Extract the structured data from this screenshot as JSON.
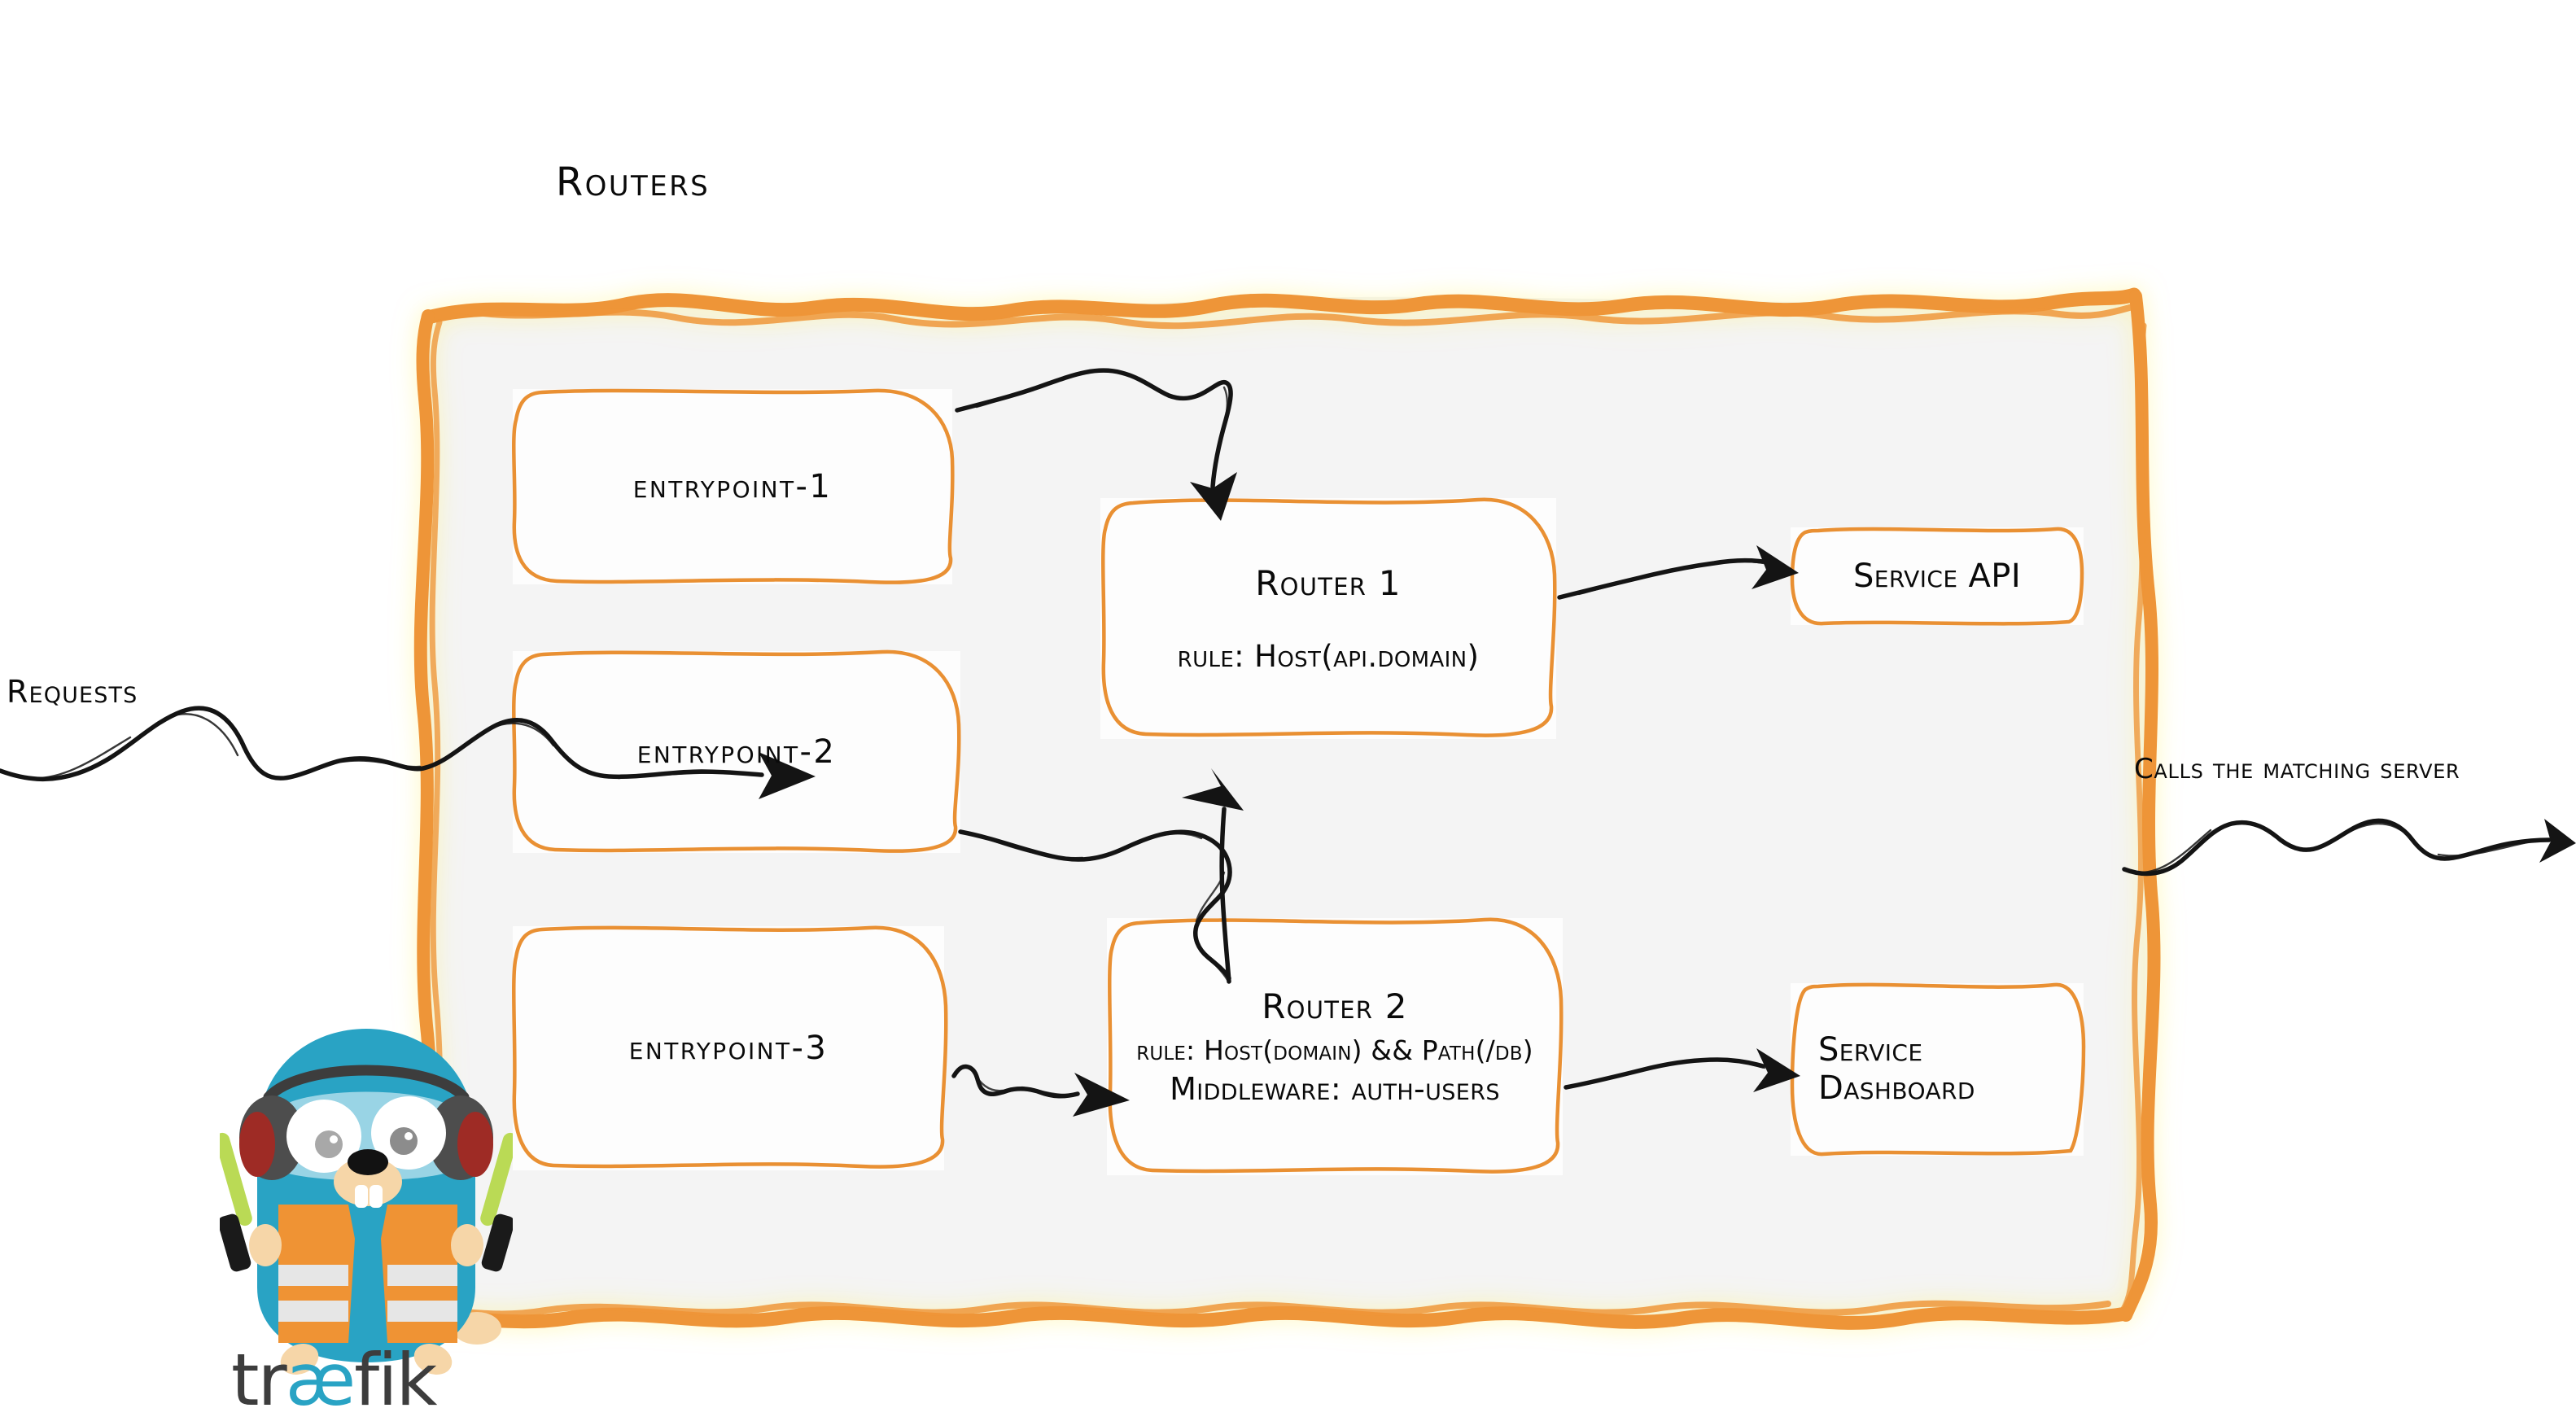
{
  "diagram": {
    "title": "Routers",
    "theme": {
      "accent_orange": "#ee9537",
      "box_border_orange": "#e99033",
      "container_fill": "#f4f4f4",
      "node_fill": "#fdfdfd",
      "ink_black": "#0a0a0a",
      "gopher_cyan": "#29a3c4",
      "gopher_vest_orange": "#ef9334",
      "gopher_wand_green": "#bada55",
      "wordmark_dark": "#3d3d3d"
    }
  },
  "labels": {
    "requests": "Requests",
    "calls_matching_server": "Calls the matching server"
  },
  "entrypoints": [
    {
      "id": "entrypoint-1",
      "label": "entrypoint-1"
    },
    {
      "id": "entrypoint-2",
      "label": "entrypoint-2"
    },
    {
      "id": "entrypoint-3",
      "label": "entrypoint-3"
    }
  ],
  "routers": [
    {
      "id": "router-1",
      "title": "Router 1",
      "rule": "rule: Host(api.domain)",
      "middleware": null
    },
    {
      "id": "router-2",
      "title": "Router 2",
      "rule": "rule: Host(domain) && Path(/db)",
      "middleware": "Middleware: auth-users"
    }
  ],
  "services": [
    {
      "id": "service-api",
      "label": "Service API"
    },
    {
      "id": "service-dashboard",
      "line1": "Service",
      "line2": "Dashboard"
    }
  ],
  "connections": [
    {
      "from": "entrypoint-1",
      "to": "router-1",
      "style": "squiggle-arrow-down"
    },
    {
      "from": "entrypoint-2",
      "to": "router-1",
      "style": "squiggle-arrow-up"
    },
    {
      "from": "entrypoint-3",
      "to": "router-2",
      "style": "squiggle-arrow-right"
    },
    {
      "from": "router-1",
      "to": "service-api",
      "style": "squiggle-arrow-right"
    },
    {
      "from": "router-2",
      "to": "service-dashboard",
      "style": "squiggle-arrow-right"
    },
    {
      "from": "requests",
      "to": "routers-container",
      "style": "wavy-arrow-right"
    },
    {
      "from": "routers-container",
      "to": "calls-matching-server",
      "style": "wavy-arrow-right"
    }
  ],
  "brand": {
    "name": "træfik",
    "mascot": "gopher-traffic-marshal"
  }
}
